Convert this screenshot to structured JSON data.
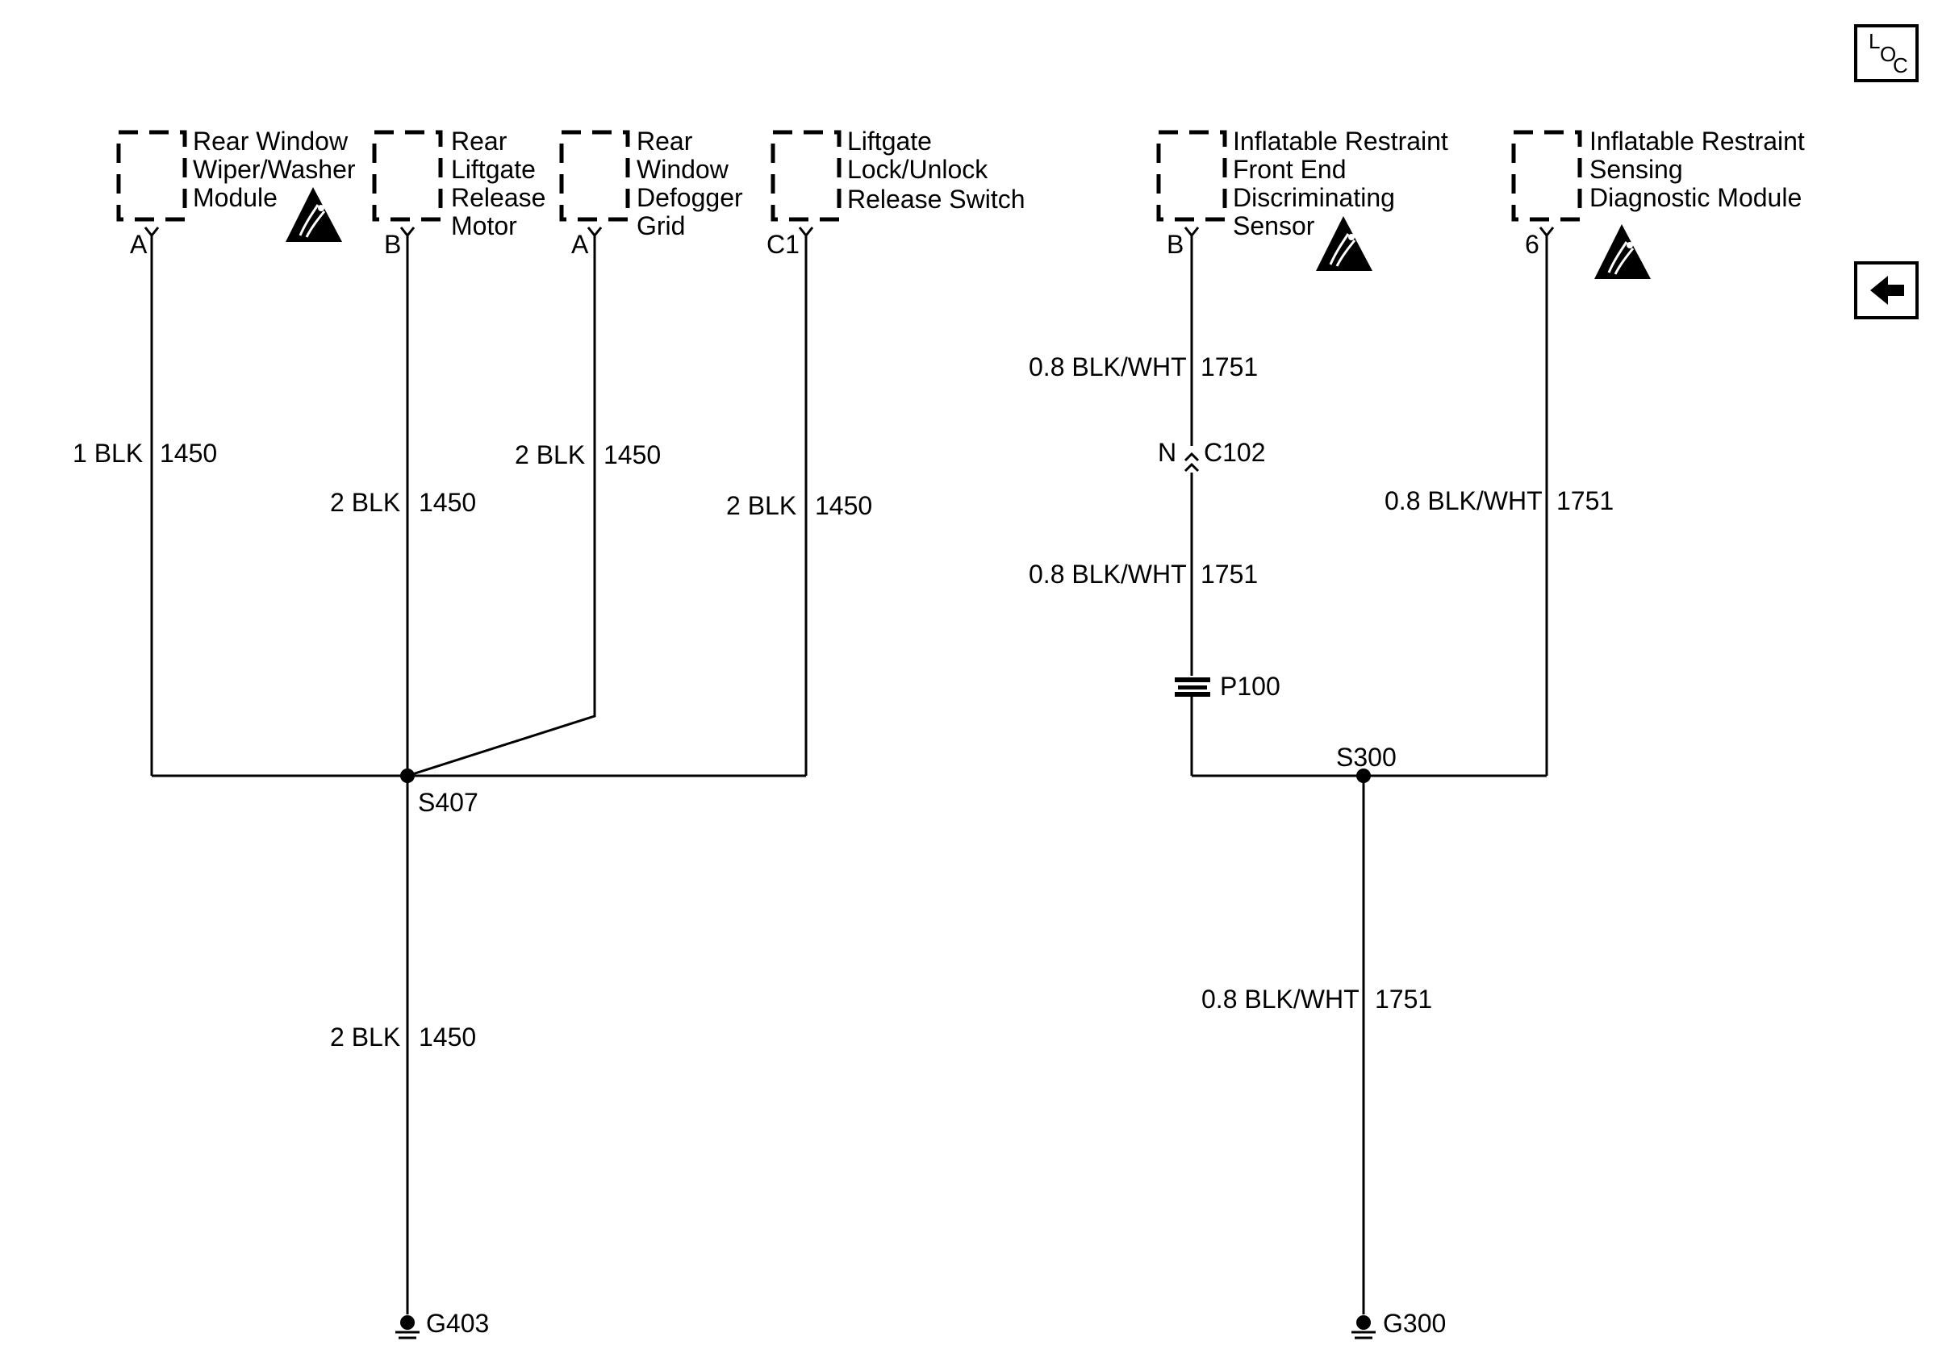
{
  "components": {
    "rear_wiper": [
      "Rear Window",
      "Wiper/Washer",
      "Module"
    ],
    "liftgate_motor": [
      "Rear",
      "Liftgate",
      "Release",
      "Motor"
    ],
    "defogger": [
      "Rear",
      "Window",
      "Defogger",
      "Grid"
    ],
    "liftgate_switch": [
      "Liftgate",
      "Lock/Unlock",
      "Release Switch"
    ],
    "frontend_sensor": [
      "Inflatable Restraint",
      "Front End",
      "Discriminating",
      "Sensor"
    ],
    "sdm": [
      "Inflatable Restraint",
      "Sensing",
      "Diagnostic Module"
    ]
  },
  "pins": {
    "rear_wiper": "A",
    "liftgate_motor": "B",
    "defogger": "A",
    "liftgate_switch": "C1",
    "frontend_sensor": "B",
    "sdm": "6"
  },
  "wires": {
    "rear_wiper": {
      "size_color": "1 BLK",
      "circuit": "1450"
    },
    "liftgate_motor": {
      "size_color": "2 BLK",
      "circuit": "1450"
    },
    "defogger": {
      "size_color": "2 BLK",
      "circuit": "1450"
    },
    "liftgate_switch": {
      "size_color": "2 BLK",
      "circuit": "1450"
    },
    "s407_ground": {
      "size_color": "2 BLK",
      "circuit": "1450"
    },
    "sensor_upper": {
      "size_color": "0.8 BLK/WHT",
      "circuit": "1751"
    },
    "sensor_lower": {
      "size_color": "0.8 BLK/WHT",
      "circuit": "1751"
    },
    "sdm": {
      "size_color": "0.8 BLK/WHT",
      "circuit": "1751"
    },
    "s300_ground": {
      "size_color": "0.8 BLK/WHT",
      "circuit": "1751"
    }
  },
  "connector": {
    "pin": "N",
    "name": "C102"
  },
  "pass_through": "P100",
  "splices": {
    "left": "S407",
    "right": "S300"
  },
  "grounds": {
    "left": "G403",
    "right": "G300"
  },
  "nav": {
    "loc_button": {
      "l": "L",
      "o": "O",
      "c": "C"
    },
    "back_icon": "left-arrow-icon"
  }
}
